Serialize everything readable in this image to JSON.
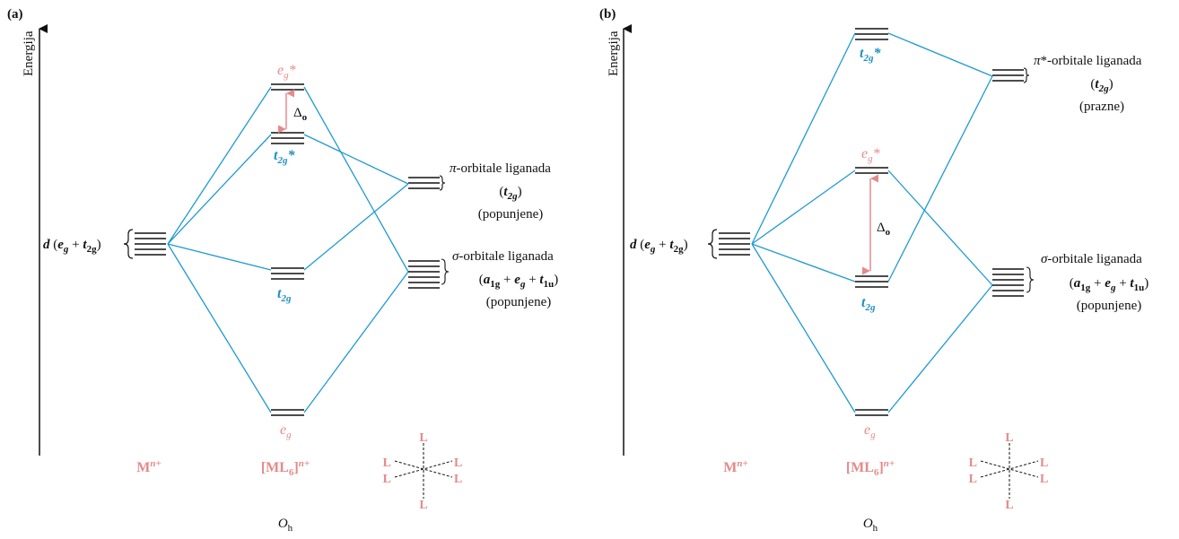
{
  "colors": {
    "metal_label": "#e58a8a",
    "t2g_label": "#1f8fc4",
    "connector": "#1f9ad1",
    "delta_arrow": "#e58a8a",
    "level": "#111111"
  },
  "panel_a": {
    "tag": "(a)",
    "axis_label": "Energija",
    "metal_d": "d",
    "metal_paren_open": " (",
    "metal_eg": "e",
    "metal_eg_sub": "g",
    "metal_plus": " + ",
    "metal_t2g": "t",
    "metal_t2g_sub": "2g",
    "metal_paren_close": ")",
    "eg_star": "e",
    "eg_star_sub": "g",
    "eg_star_mark": "*",
    "t2g_star": "t",
    "t2g_star_sub": "2g",
    "t2g_star_mark": "*",
    "t2g": "t",
    "t2g_sub": "2g",
    "eg": "e",
    "eg_sub": "g",
    "delta": "Δ",
    "delta_sub": "o",
    "pi_line1_sym": "π",
    "pi_line1_rest": "-orbitale liganada",
    "pi_line2_open": "(",
    "pi_line2_t": "t",
    "pi_line2_sub": "2g",
    "pi_line2_close": ")",
    "pi_line3": "(popunjene)",
    "sigma_line1_sym": "σ",
    "sigma_line1_rest": "-orbitale liganada",
    "sigma_line2_open": "(",
    "sigma_a": "a",
    "sigma_a_sub": "1g",
    "sigma_plus1": " + ",
    "sigma_e": "e",
    "sigma_e_sub": "g",
    "sigma_plus2": " + ",
    "sigma_t": "t",
    "sigma_t_sub": "1u",
    "sigma_line2_close": ")",
    "sigma_line3": "(popunjene)",
    "bottom_metal": "M",
    "bottom_metal_sup": "n+",
    "bottom_complex_open": "[ML",
    "bottom_complex_sub": "6",
    "bottom_complex_close": "]",
    "bottom_complex_sup": "n+",
    "ligand_L": "L",
    "point_group": "O",
    "point_group_sub": "h"
  },
  "panel_b": {
    "tag": "(b)",
    "axis_label": "Energija",
    "metal_d": "d",
    "metal_paren_open": " (",
    "metal_eg": "e",
    "metal_eg_sub": "g",
    "metal_plus": " + ",
    "metal_t2g": "t",
    "metal_t2g_sub": "2g",
    "metal_paren_close": ")",
    "t2g_star": "t",
    "t2g_star_sub": "2g",
    "t2g_star_mark": "*",
    "eg_star": "e",
    "eg_star_sub": "g",
    "eg_star_mark": "*",
    "t2g": "t",
    "t2g_sub": "2g",
    "eg": "e",
    "eg_sub": "g",
    "delta": "Δ",
    "delta_sub": "o",
    "pi_line1_sym": "π",
    "pi_line1_rest": "*-orbitale liganada",
    "pi_line2_open": "(",
    "pi_line2_t": "t",
    "pi_line2_sub": "2g",
    "pi_line2_close": ")",
    "pi_line3": "(prazne)",
    "sigma_line1_sym": "σ",
    "sigma_line1_rest": "-orbitale liganada",
    "sigma_line2_open": "(",
    "sigma_a": "a",
    "sigma_a_sub": "1g",
    "sigma_plus1": " + ",
    "sigma_e": "e",
    "sigma_e_sub": "g",
    "sigma_plus2": " + ",
    "sigma_t": "t",
    "sigma_t_sub": "1u",
    "sigma_line2_close": ")",
    "sigma_line3": "(popunjene)",
    "bottom_metal": "M",
    "bottom_metal_sup": "n+",
    "bottom_complex_open": "[ML",
    "bottom_complex_sub": "6",
    "bottom_complex_close": "]",
    "bottom_complex_sup": "n+",
    "ligand_L": "L",
    "point_group": "O",
    "point_group_sub": "h"
  }
}
